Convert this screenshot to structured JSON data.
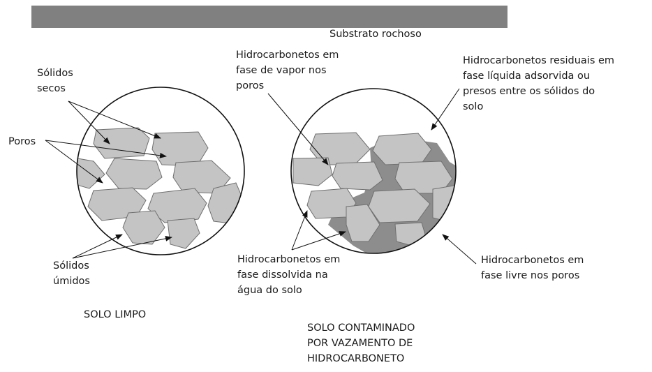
{
  "colors": {
    "top_bar": "#808080",
    "solid": "#c4c4c4",
    "solid_outline": "#6f6f6f",
    "liquid_phase": "#8d8d8d",
    "circle_stroke": "#111111",
    "arrow": "#111111"
  },
  "labels": {
    "substrate": "Substrato rochoso",
    "dry_solids": [
      "Sólidos",
      "secos"
    ],
    "pores": "Poros",
    "wet_solids": [
      "Sólidos",
      "úmidos"
    ],
    "clean_soil": "SOLO LIMPO",
    "vapor_hc": [
      "Hidrocarbonetos em",
      "fase de vapor nos",
      "poros"
    ],
    "residual_hc": [
      "Hidrocarbonetos residuais em",
      "fase líquida adsorvida ou",
      "presos entre os sólidos do",
      "solo"
    ],
    "dissolved_hc": [
      "Hidrocarbonetos em",
      "fase dissolvida na",
      "água do solo"
    ],
    "free_hc": [
      "Hidrocarbonetos em",
      "fase livre nos poros"
    ],
    "contaminated_soil": [
      "SOLO CONTAMINADO",
      "POR VAZAMENTO DE",
      "HIDROCARBONETO"
    ]
  }
}
